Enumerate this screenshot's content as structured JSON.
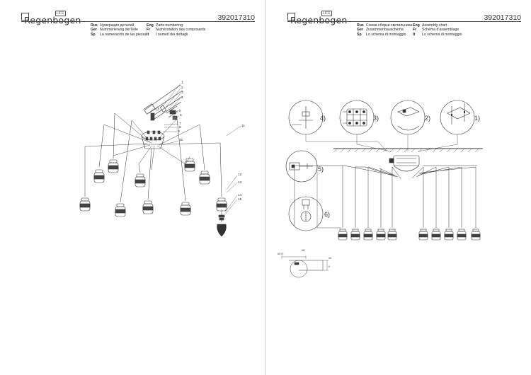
{
  "brand": {
    "name": "Regenbogen",
    "tag": "LIFE"
  },
  "left": {
    "code": "392017310",
    "legend_col1": [
      {
        "lang": "Rus",
        "text": "Нумерация деталей"
      },
      {
        "lang": "Ger",
        "text": "Nummerierung derTeile"
      },
      {
        "lang": "Sp",
        "text": "La numeración de las piezas"
      }
    ],
    "legend_col2": [
      {
        "lang": "Eng",
        "text": "Parts numbering"
      },
      {
        "lang": "Fr",
        "text": "Numérotation des composants"
      },
      {
        "lang": "It",
        "text": "I numeri dei dettagli"
      }
    ],
    "part_numbers": [
      "1",
      "2",
      "3",
      "4",
      "5",
      "6",
      "7",
      "8",
      "9",
      "10",
      "11",
      "12",
      "13",
      "14",
      "15"
    ]
  },
  "right": {
    "code": "392017310",
    "legend_col1": [
      {
        "lang": "Rus",
        "text": "Схема сборки светильника"
      },
      {
        "lang": "Ger",
        "text": "Zusammenbauschema"
      },
      {
        "lang": "Sp",
        "text": "Lo schema di montaggio"
      }
    ],
    "legend_col2": [
      {
        "lang": "Eng",
        "text": "Assembly chart"
      },
      {
        "lang": "Fr",
        "text": "Schéma d'assemblage"
      },
      {
        "lang": "It",
        "text": "Lo schema di montaggio"
      }
    ],
    "steps": [
      "1)",
      "2)",
      "3)",
      "4)",
      "5)",
      "6)"
    ],
    "dim_labels": [
      "Ø170",
      "Ø5",
      "25",
      "6"
    ]
  }
}
